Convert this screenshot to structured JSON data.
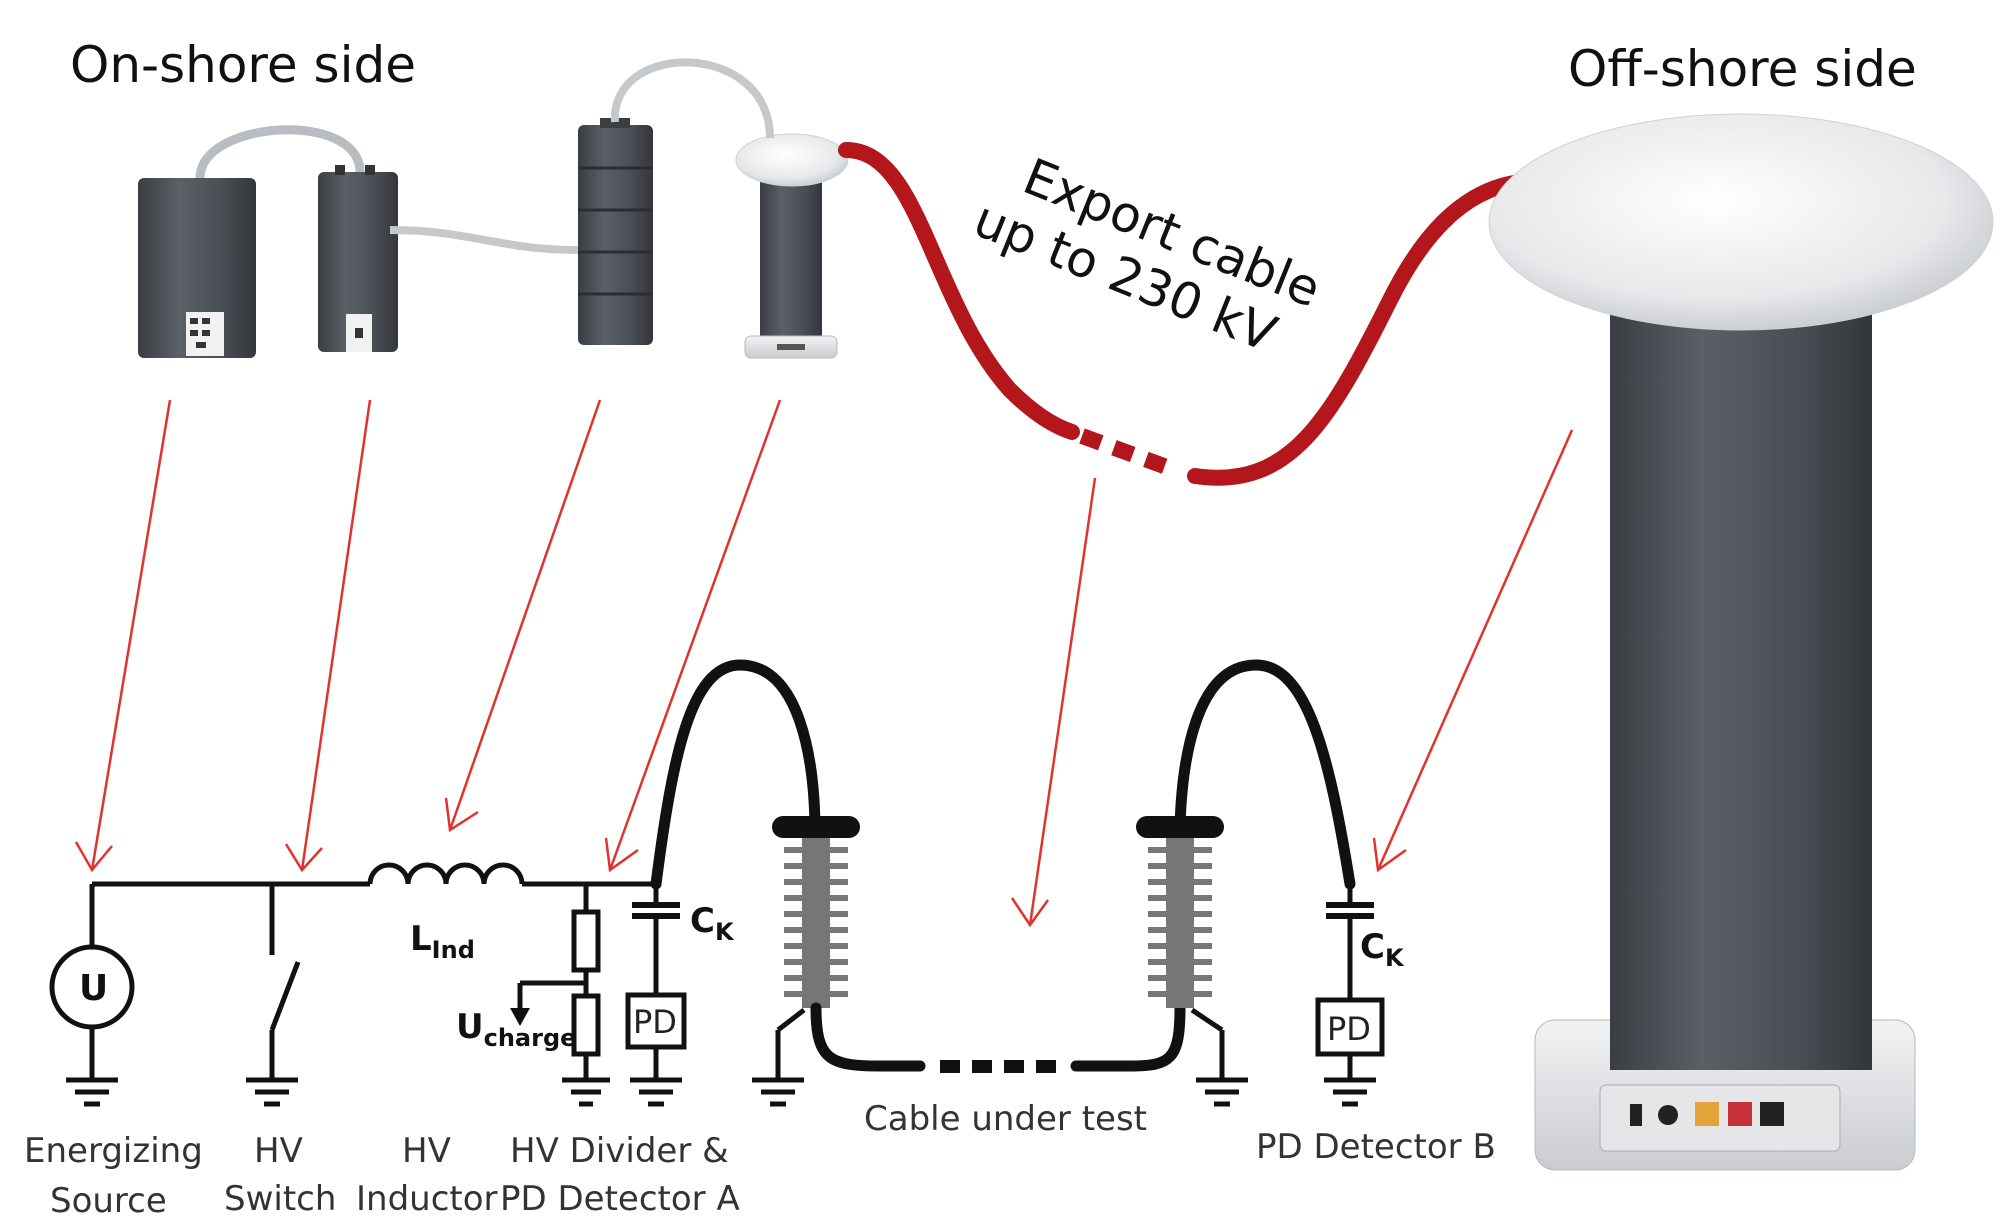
{
  "headings": {
    "onshore": "On-shore side",
    "offshore": "Off-shore side"
  },
  "cable_caption": {
    "line1": "Export cable",
    "line2": "up to 230 kV"
  },
  "symbols": {
    "source": "U",
    "inductor_main": "L",
    "inductor_sub": "Ind",
    "charge_main": "U",
    "charge_sub": "charge",
    "coupling_a_main": "C",
    "coupling_a_sub": "K",
    "coupling_b_main": "C",
    "coupling_b_sub": "K",
    "pd_a": "PD",
    "pd_b": "PD"
  },
  "labels": {
    "energizing_line1": "Energizing",
    "energizing_line2": "Source",
    "switch_line1": "HV",
    "switch_line2": "Switch",
    "inductor_line1": "HV",
    "inductor_line2": "Inductor",
    "divider_line1": "HV Divider &",
    "divider_line2": "PD Detector A",
    "cable_under_test": "Cable under test",
    "pd_detector_b": "PD Detector B"
  },
  "colors": {
    "annotation_arrow": "#e0332e",
    "cable_red": "#b3161b",
    "equipment_gray": "#4e5358",
    "toroid_white": "#eef0f2"
  }
}
